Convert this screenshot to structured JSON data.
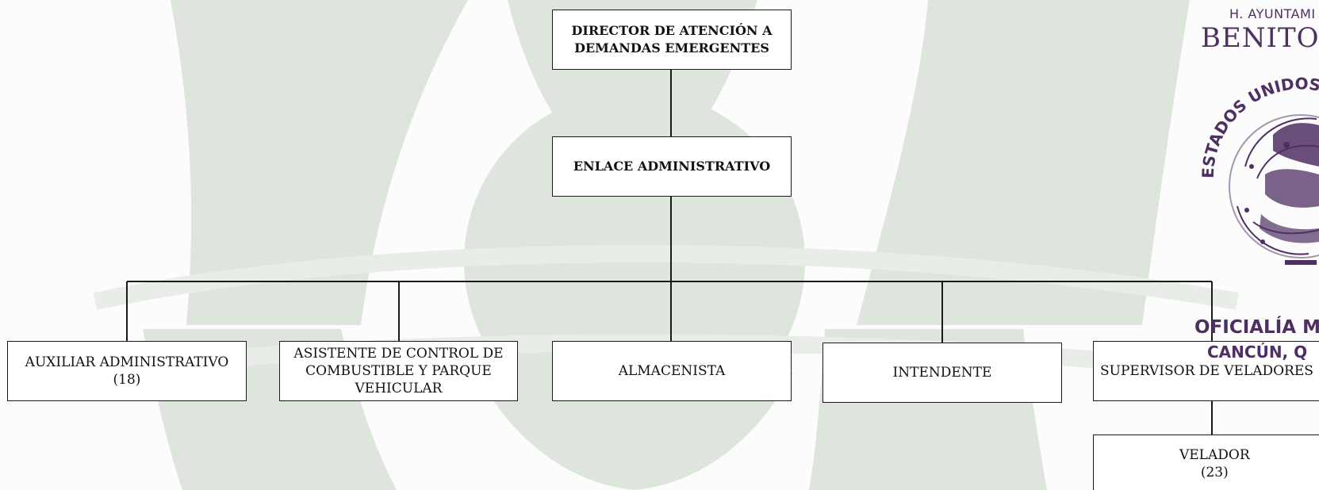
{
  "org_chart": {
    "director": {
      "label": "DIRECTOR DE ATENCIÓN A\nDEMANDAS EMERGENTES"
    },
    "enlace": {
      "label": "ENLACE ADMINISTRATIVO"
    },
    "positions": [
      {
        "label": "AUXILIAR ADMINISTRATIVO\n(18)"
      },
      {
        "label": "ASISTENTE DE CONTROL DE\nCOMBUSTIBLE Y PARQUE\nVEHICULAR"
      },
      {
        "label": "ALMACENISTA"
      },
      {
        "label": "INTENDENTE"
      },
      {
        "label": "SUPERVISOR DE VELADORES"
      }
    ],
    "velador": {
      "label": "VELADOR\n(23)"
    }
  },
  "seal": {
    "line1": "H. AYUNTAMI",
    "line2": "BENITO JU",
    "arc": "ESTADOS UNIDOS",
    "line3": "OFICIALÍA M",
    "line4": "CANCÚN, Q",
    "icon": "national-emblem-icon",
    "color": "#4f2f63"
  },
  "colors": {
    "watermark": "#dde5dc",
    "line": "#1a1a1a"
  }
}
